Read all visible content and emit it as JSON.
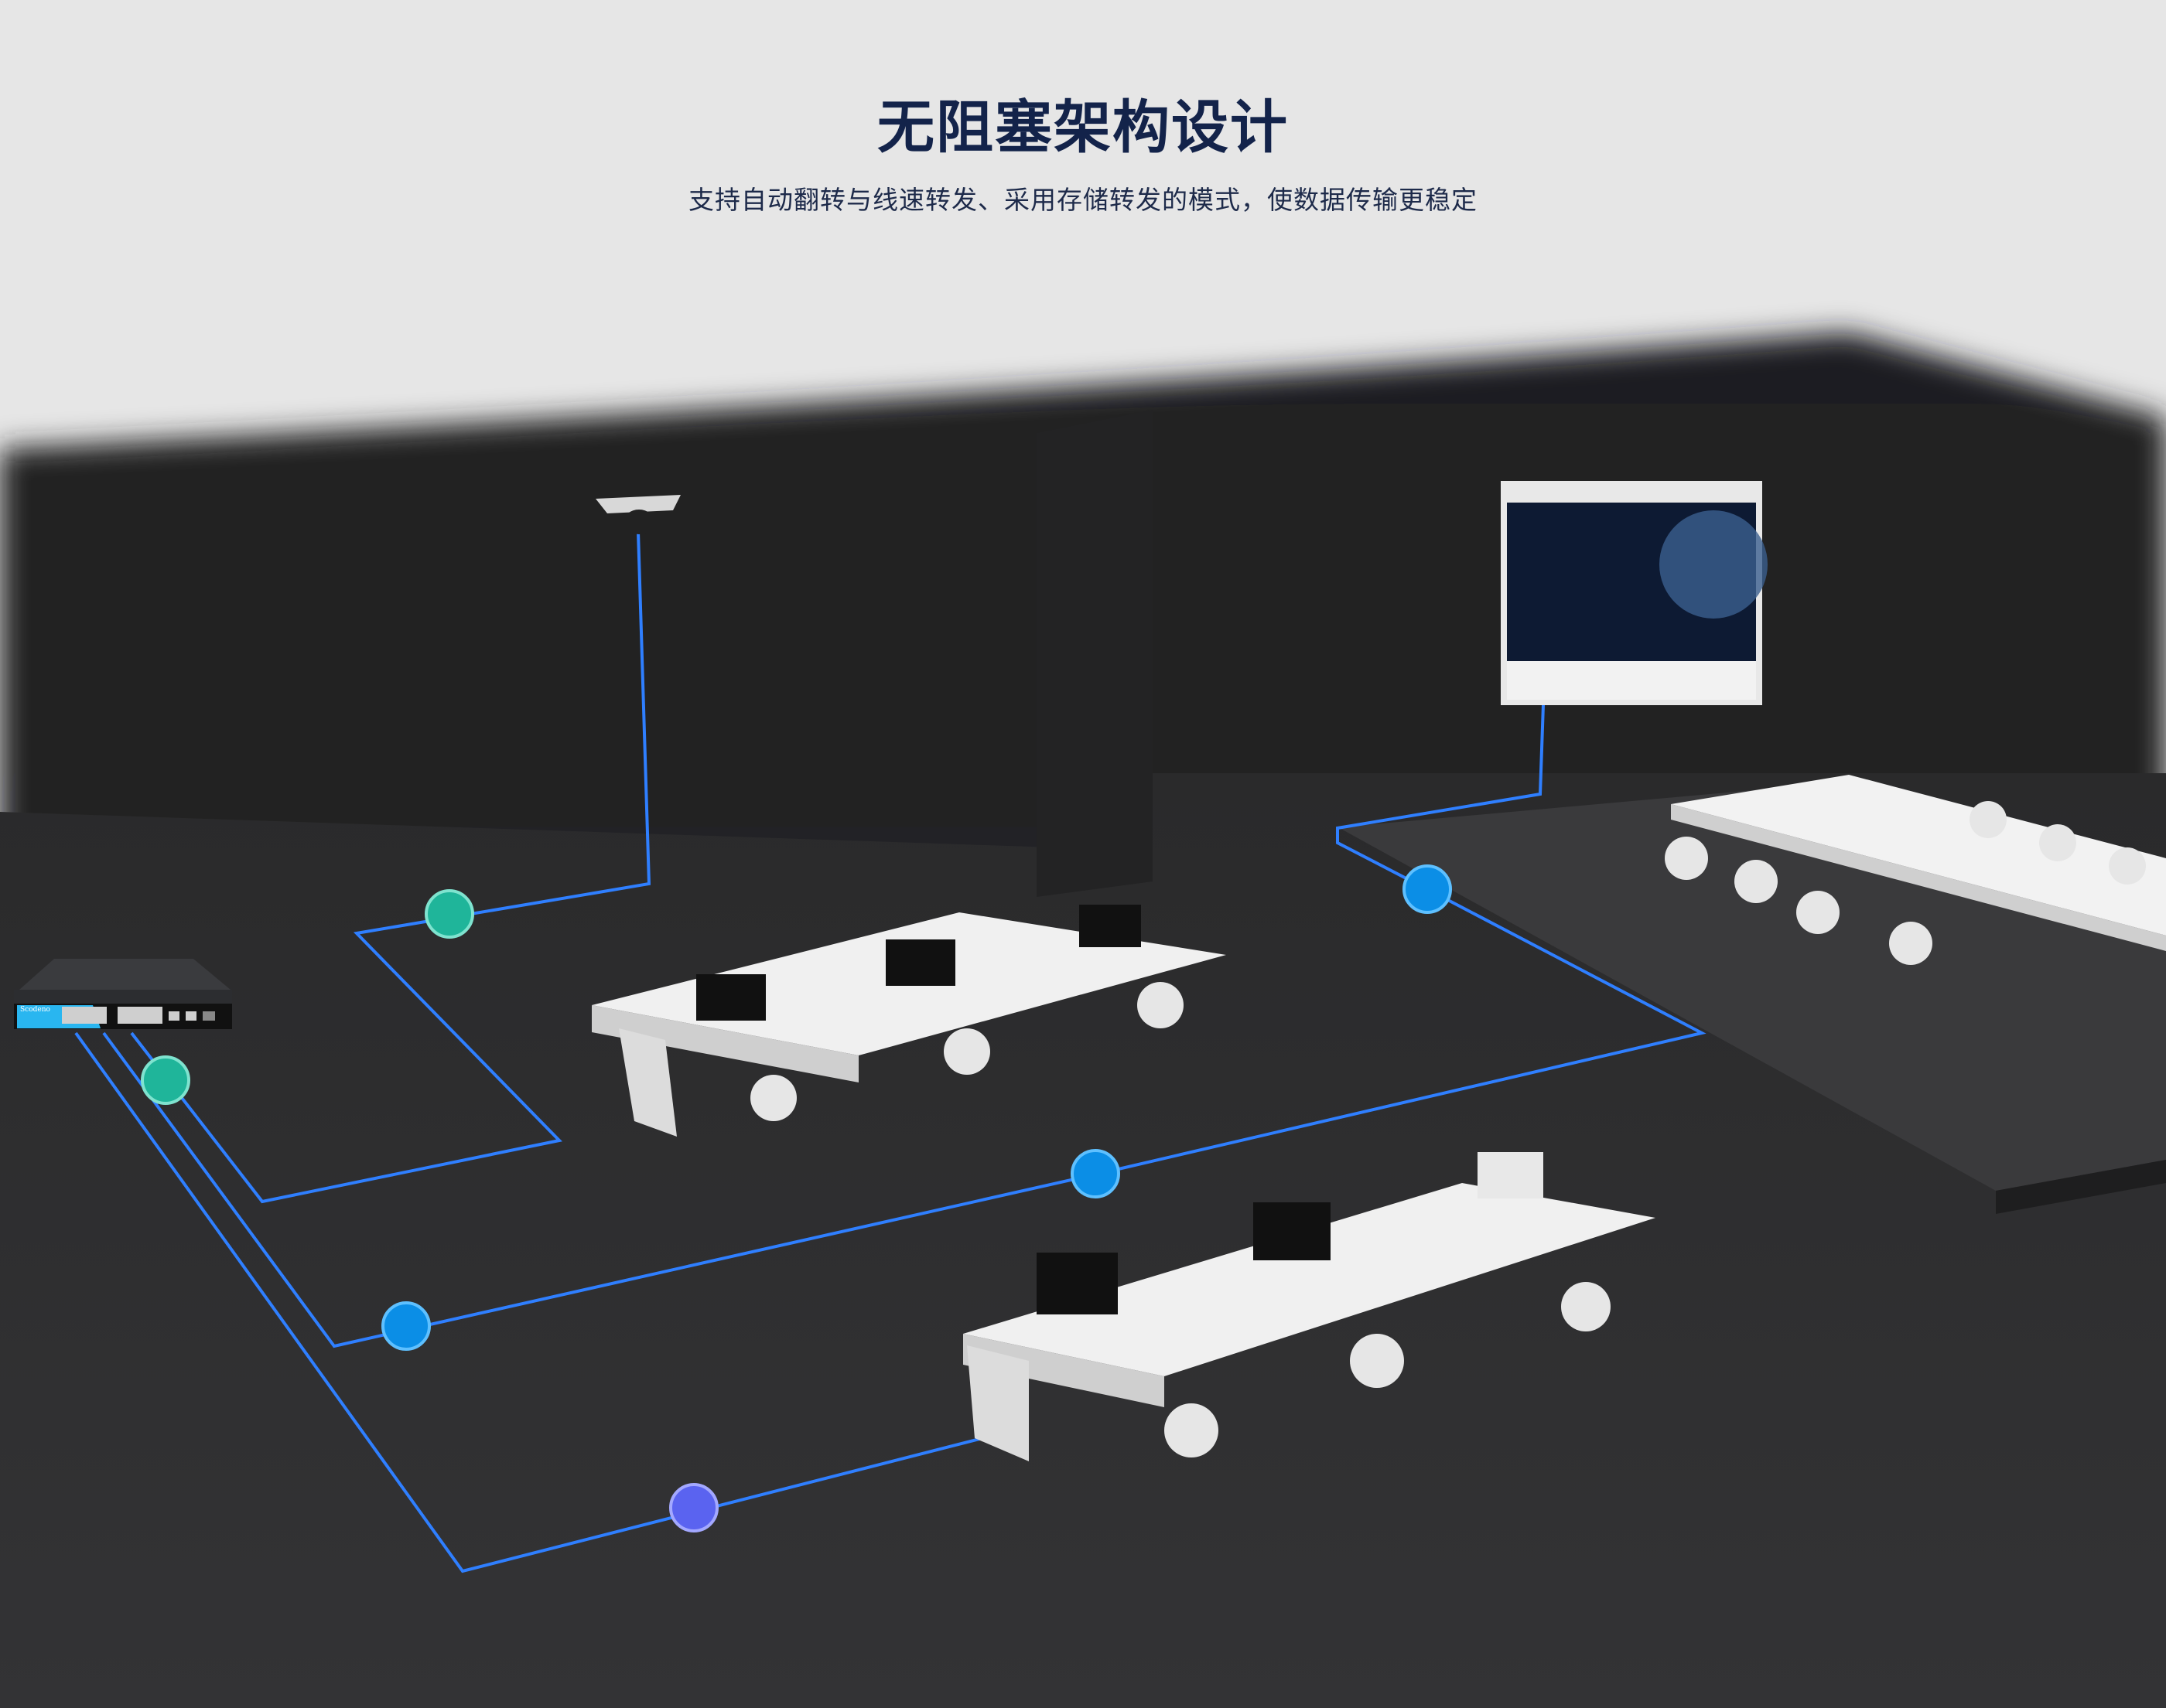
{
  "header": {
    "title": "无阻塞架构设计",
    "subtitle": "支持自动翻转与线速转发、采用存储转发的模式，使数据传输更稳定"
  },
  "device": {
    "brand_logo": "Scodeno"
  },
  "colors": {
    "title": "#13234a",
    "cable": "#2f7fff",
    "node_teal": "#1fb59a",
    "node_blue": "#0b8ee6",
    "node_purple": "#5a63f0",
    "floor": "#2b2b2c"
  }
}
